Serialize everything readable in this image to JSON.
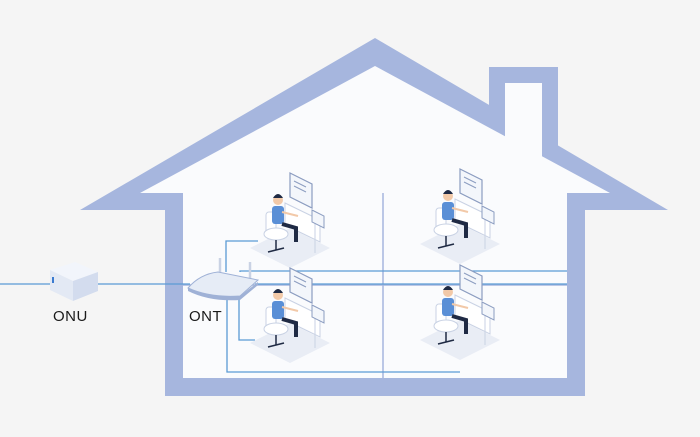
{
  "diagram": {
    "devices": {
      "onu_label": "ONU",
      "ont_label": "ONT"
    },
    "rooms": [
      "top-left",
      "top-right",
      "bottom-left",
      "bottom-right"
    ],
    "colors": {
      "house": "#a6b6de",
      "interior": "#fafbfd",
      "cable": "#5b9bd5",
      "background": "#f5f5f5",
      "person_shirt": "#5a8fd6"
    }
  }
}
